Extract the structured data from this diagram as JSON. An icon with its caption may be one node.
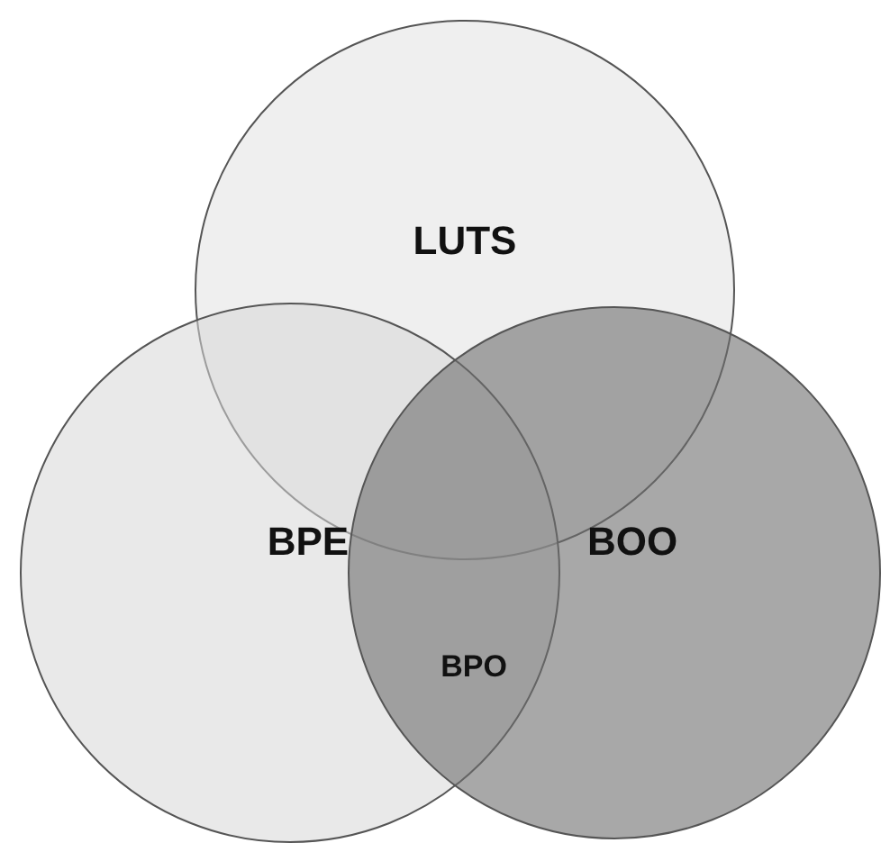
{
  "diagram": {
    "nodes": [
      {
        "text": [
          "LUTS"
        ]
      },
      {
        "text": [
          "BPE"
        ]
      },
      {
        "text": [
          "BOO"
        ]
      }
    ],
    "labels": [
      "BPO"
    ]
  }
}
